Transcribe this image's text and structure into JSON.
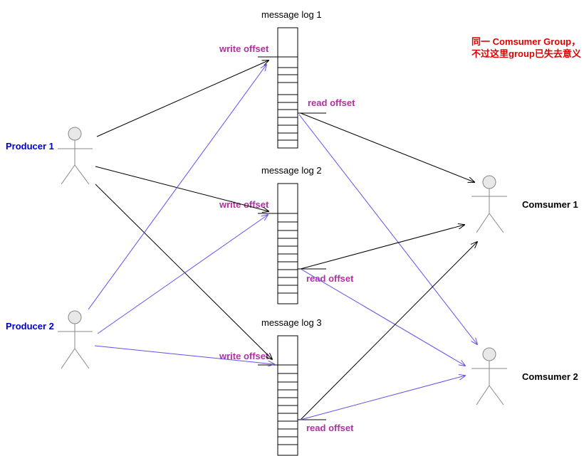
{
  "colors": {
    "producer_label": "#0000cc",
    "consumer_label": "#000000",
    "offset_label": "#b030a0",
    "note": "#e00000",
    "black_arrow": "#000000",
    "purple_arrow": "#6a4cf0",
    "actor_fill": "#e8e8e8",
    "actor_stroke": "#888888"
  },
  "note": {
    "line1": "同一 Comsumer Group，",
    "line2": "不过这里group已失去意义"
  },
  "producers": [
    {
      "label": "Producer 1"
    },
    {
      "label": "Producer 2"
    }
  ],
  "consumers": [
    {
      "label": "Comsumer 1"
    },
    {
      "label": "Comsumer 2"
    }
  ],
  "logs": [
    {
      "title": "message log 1",
      "write_label": "write offset",
      "read_label": "read offset"
    },
    {
      "title": "message log 2",
      "write_label": "write offset",
      "read_label": "read offset"
    },
    {
      "title": "message log 3",
      "write_label": "write offset",
      "read_label": "read offset"
    }
  ]
}
